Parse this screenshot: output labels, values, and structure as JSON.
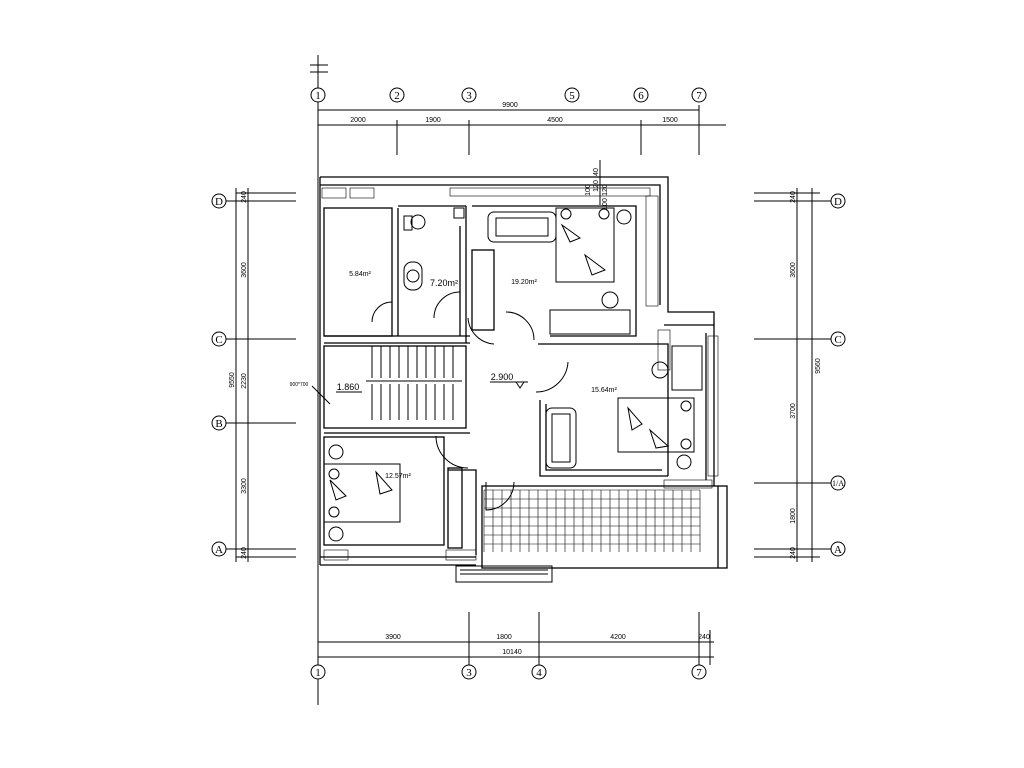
{
  "axes_top": [
    "1",
    "2",
    "3",
    "5",
    "6",
    "7"
  ],
  "axes_bottom": [
    "1",
    "3",
    "4",
    "7"
  ],
  "axes_left": [
    "D",
    "C",
    "B",
    "A"
  ],
  "axes_right": [
    "D",
    "C",
    "1/A",
    "A"
  ],
  "dims_top_total": "9900",
  "dims_top_segments": [
    "2000",
    "1900",
    "4500",
    "1500"
  ],
  "dims_top_vertical": [
    "40",
    "120",
    "100",
    "120",
    "100"
  ],
  "dims_bottom_segments": [
    "3900",
    "1800",
    "4200",
    "240"
  ],
  "dims_bottom_total": "10140",
  "dims_left_segments": [
    "240",
    "3600",
    "2230",
    "3300",
    "240"
  ],
  "dims_left_total": "9550",
  "dims_right_segments": [
    "240",
    "3600",
    "3700",
    "1800",
    "240"
  ],
  "dims_right_total": "9560",
  "rooms": {
    "room_nw": "5.84m²",
    "bath": "7.20m²",
    "bed_ne": "19.20m²",
    "bed_e": "15.64m²",
    "bed_sw": "12.57m²"
  },
  "levels": {
    "hall": "2.900",
    "stair": "1.860"
  },
  "window_tag": "900*700"
}
